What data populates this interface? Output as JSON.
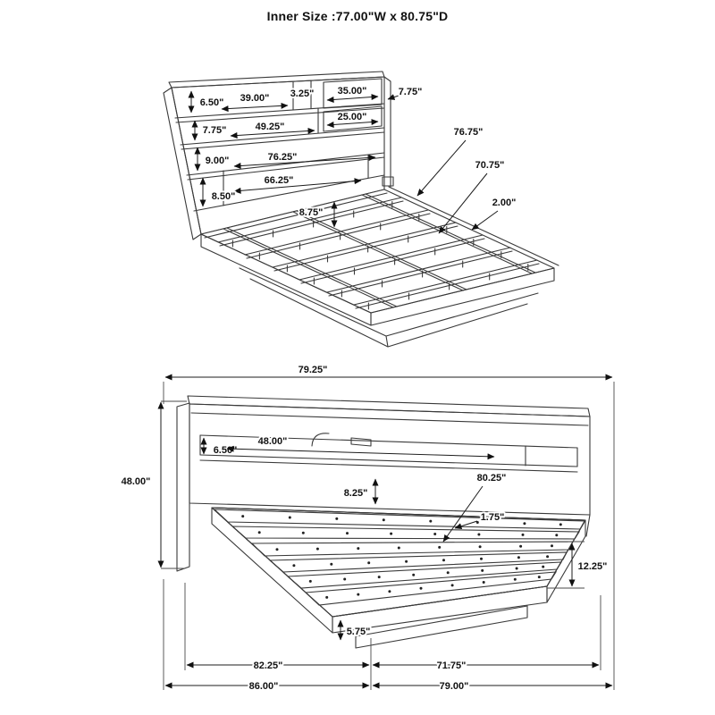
{
  "page": {
    "title": "Inner Size :77.00\"W x 80.75\"D"
  },
  "top_view": {
    "dims": {
      "top_shelf_height": "6.50\"",
      "left_opening_width": "39.00\"",
      "divider_width": "3.25\"",
      "right_opening_width": "35.00\"",
      "right_cap_height": "7.75\"",
      "second_row_height": "7.75\"",
      "second_opening_width": "49.25\"",
      "right_lower_opening_width": "25.00\"",
      "third_row_height": "9.00\"",
      "inner_width": "76.25\"",
      "lower_opening_width": "66.25\"",
      "lower_row_height": "8.50\"",
      "slat_gap": "8.75\"",
      "slat_length": "76.75\"",
      "slat_area_depth": "70.75\"",
      "rail_thickness": "2.00\""
    }
  },
  "bottom_view": {
    "dims": {
      "overall_width": "79.25\"",
      "overall_height": "48.00\"",
      "shelf_opening_height": "6.50\"",
      "shelf_opening_width": "48.00\"",
      "deck_height": "8.25\"",
      "platform_depth": "80.25\"",
      "slat_thickness": "1.75\"",
      "side_height": "12.25\"",
      "base_height": "5.75\"",
      "deck_length": "82.25\"",
      "slat_span": "71.75\"",
      "overall_depth": "86.00\"",
      "overall_width_bottom": "79.00\""
    }
  }
}
